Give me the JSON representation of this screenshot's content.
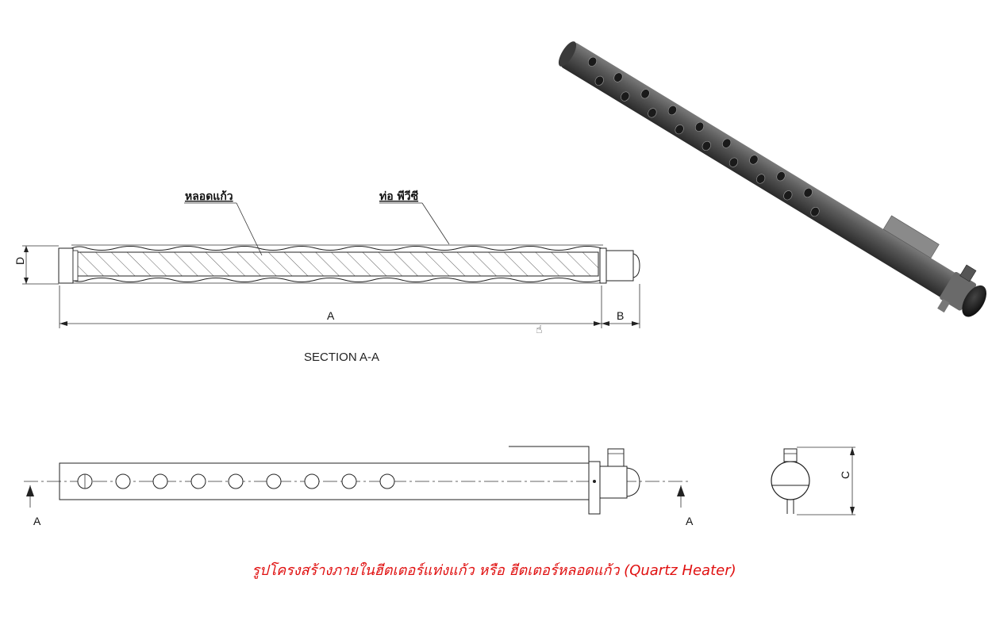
{
  "section_view": {
    "callout_glass": "หลอดแก้ว",
    "callout_pvc": "ท่อ พีวีซี",
    "dim_a": "A",
    "dim_b": "B",
    "dim_d": "D",
    "title": "SECTION A-A"
  },
  "side_view": {
    "section_mark_left": "A",
    "section_mark_right": "A",
    "hole_count": 9
  },
  "end_view": {
    "dim_c": "C"
  },
  "render_3d": {
    "hole_count": 18
  },
  "caption": "รูปโครงสร้างภายในฮีตเตอร์แท่งแก้ว หรือ ฮีตเตอร์หลอดแก้ว (Quartz Heater)",
  "colors": {
    "caption": "#e01010",
    "tube_body": "#4a4a4a",
    "line": "#222222"
  }
}
